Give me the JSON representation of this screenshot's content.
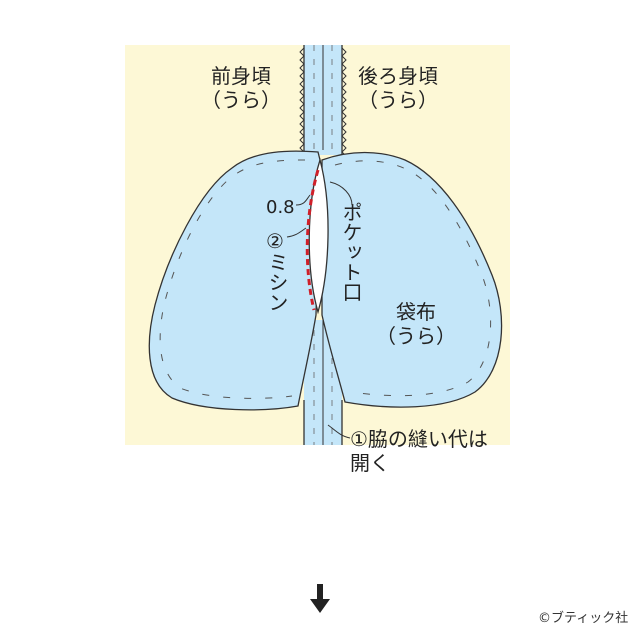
{
  "labels": {
    "front_body": [
      "前身頃",
      "（うら）"
    ],
    "back_body": [
      "後ろ身頃",
      "（うら）"
    ],
    "measure": "0.8",
    "step2_mark": "②",
    "step2_text": "ミシン",
    "pocket_opening": "ポケット口",
    "pocket_fabric": [
      "袋布",
      "（うら）"
    ],
    "step1": [
      "①脇の縫い代は",
      "開く"
    ]
  },
  "copyright": "©ブティック社",
  "icons": {
    "next_step": "down-arrow-icon"
  },
  "colors": {
    "background_fabric": "#fdf8d6",
    "pocket_bag": "#c4e6f9",
    "seam_allowance": "#c4e6f9",
    "outline": "#333333",
    "stitch_line": "#d0202a"
  }
}
